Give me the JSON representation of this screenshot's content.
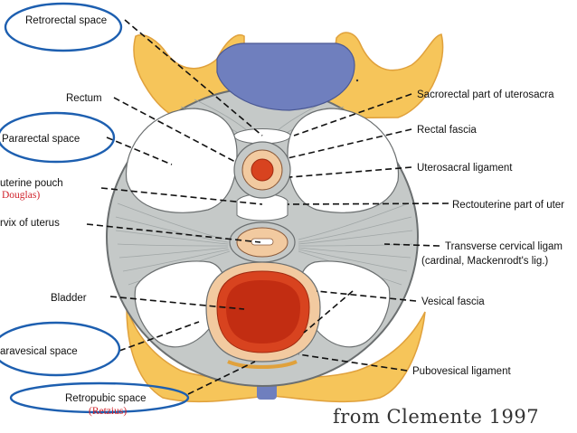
{
  "credit": "from Clemente 1997",
  "colors": {
    "bone": "#f6c55a",
    "bone_edge": "#e0a13c",
    "sacrum_blue": "#6f7fbe",
    "tissue_gray": "#c5c9c8",
    "fascia_ring": "#f2caa0",
    "organ_red": "#d8431f",
    "organ_dark": "#c22d12",
    "highlight_oval": "#1d5fb0",
    "secondary_label": "#d0212a"
  },
  "labels": {
    "retrorectal_space": "Retrorectal space",
    "rectum": "Rectum",
    "pararectal_space": "Pararectal space",
    "rectouterine_pouch": "uterine pouch",
    "rectouterine_pouch_sub": "Douglas)",
    "cervix_of_uterus": "rvix of uterus",
    "bladder": "Bladder",
    "paravesical_space": "aravesical space",
    "retropubic_space": "Retropubic space",
    "retropubic_space_sub": "(Retzius)",
    "sacrorectal_part": "Sacrorectal part of uterosacra",
    "rectal_fascia": "Rectal fascia",
    "uterosacral_ligament": "Uterosacral ligament",
    "rectouterine_part": "Rectouterine part of uter",
    "transverse_cervical_ligament": "Transverse cervical ligam",
    "transverse_cervical_ligament_sub": "(cardinal, Mackenrodt's lig.)",
    "vesical_fascia": "Vesical fascia",
    "pubovesical_ligament": "Pubovesical ligament"
  }
}
